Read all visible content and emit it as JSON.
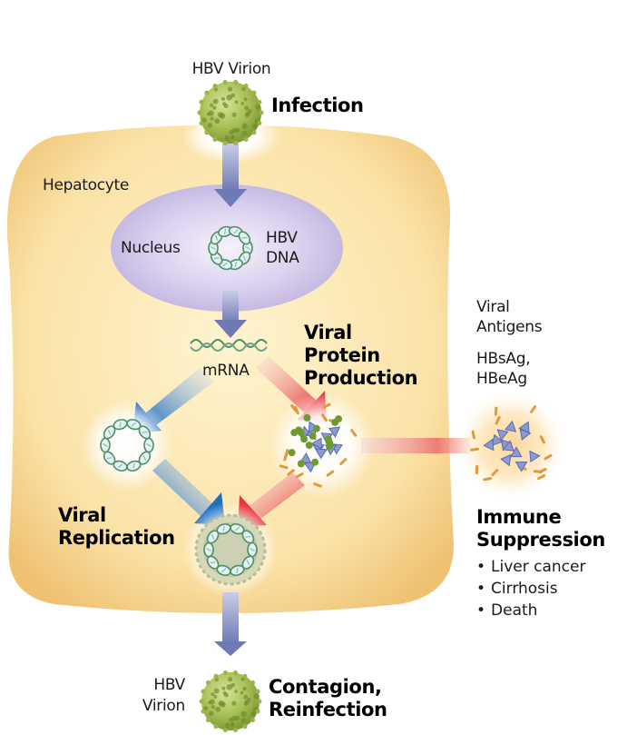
{
  "title": "HBV life cycle in the hepatocyte",
  "colors": {
    "cell_fill": "#fbe2a6",
    "cell_edge": "#e9bc6a",
    "nucleus_fill": "#cfc4e6",
    "arrow_gray_blue": "#7b86bd",
    "arrow_blue": "#1f6fc0",
    "arrow_red": "#e8373a",
    "virion_green": "#9cb548",
    "protein_green": "#6e9a32",
    "protein_orange": "#e09a3c",
    "protein_triangle": "#6f80c2"
  },
  "labels": {
    "virion_top": "HBV Virion",
    "infection": "Infection",
    "hepatocyte": "Hepatocyte",
    "nucleus": "Nucleus",
    "hbv_dna_line1": "HBV",
    "hbv_dna_line2": "DNA",
    "mrna": "mRNA",
    "viral_protein_line1": "Viral",
    "viral_protein_line2": "Protein",
    "viral_protein_line3": "Production",
    "viral_antigens_line1": "Viral",
    "viral_antigens_line2": "Antigens",
    "antigens_list_line1": "HBsAg,",
    "antigens_list_line2": "HBeAg",
    "viral_replication_line1": "Viral",
    "viral_replication_line2": "Replication",
    "immune_line1": "Immune",
    "immune_line2": "Suppression",
    "outcomes": [
      "Liver cancer",
      "Cirrhosis",
      "Death"
    ],
    "virion_bottom_line1": "HBV",
    "virion_bottom_line2": "Virion",
    "contagion_line1": "Contagion,",
    "contagion_line2": "Reinfection"
  }
}
